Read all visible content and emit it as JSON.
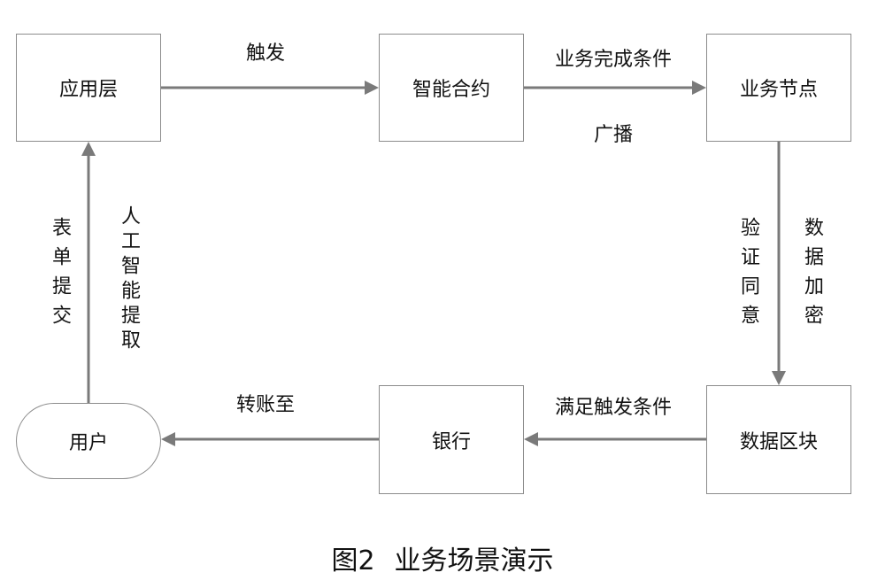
{
  "nodes": {
    "app_layer": "应用层",
    "smart_contract": "智能合约",
    "business_node": "业务节点",
    "data_block": "数据区块",
    "bank": "银行",
    "user": "用户"
  },
  "edges": {
    "trigger": "触发",
    "business_complete": "业务完成条件",
    "broadcast": "广播",
    "verify_consent": "验证同意",
    "data_encrypt": "数据加密",
    "meet_trigger": "满足触发条件",
    "transfer_to": "转账至",
    "form_submit": "表单提交",
    "ai_extract": "人工智能提取"
  },
  "caption": {
    "figure_label": "图2",
    "title": "业务场景演示"
  },
  "colors": {
    "arrow": "#7a7a7a",
    "box_border": "#8c8c8c"
  }
}
